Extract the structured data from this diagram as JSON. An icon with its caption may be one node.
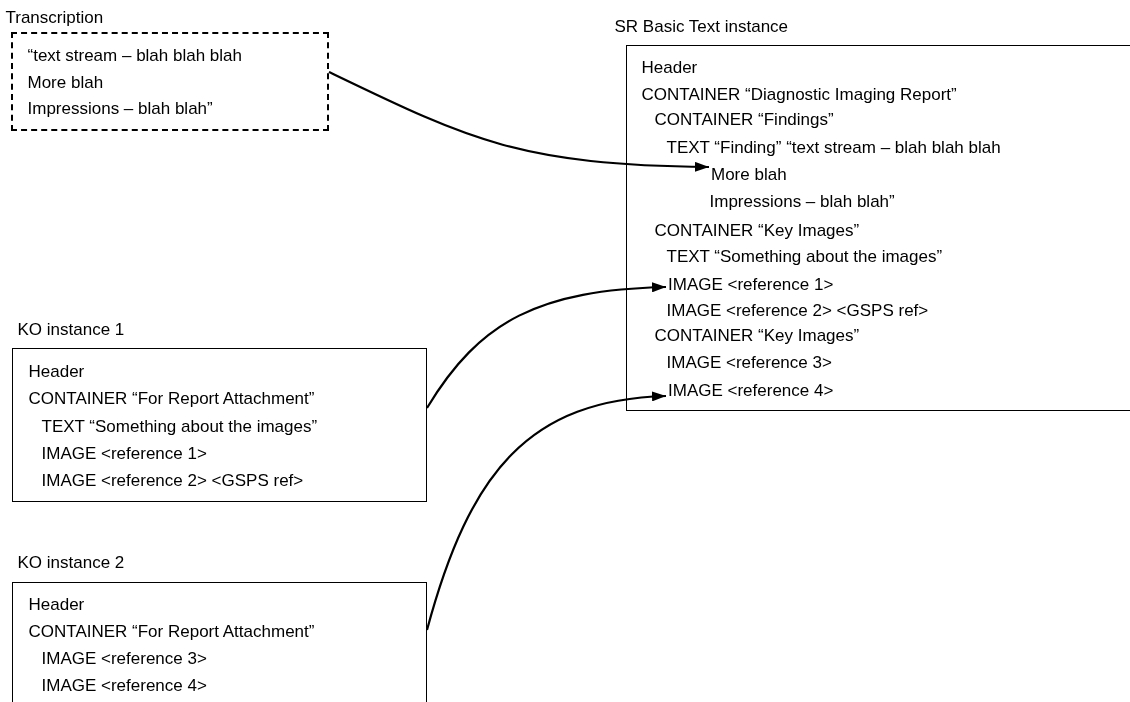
{
  "diagram": {
    "nodes": [
      {
        "text": [
          "Transcription",
          "“text stream – blah blah blah",
          "More blah",
          "Impressions – blah blah”"
        ]
      },
      {
        "text": [
          "SR Basic Text instance",
          "Header",
          "CONTAINER “Diagnostic Imaging Report”",
          "CONTAINER “Findings”",
          "TEXT “Finding” “text stream – blah blah blah",
          "Impressions – blah blah”",
          "CONTAINER “Key Images”",
          "TEXT “Something about the images”",
          "IMAGE <reference 2> <GSPS ref>",
          "CONTAINER “Key Images”",
          "IMAGE <reference 3>"
        ]
      },
      {
        "text": [
          "More blah"
        ],
        "in": 1
      },
      {
        "text": [
          "IMAGE <reference 1>"
        ],
        "in": 1
      },
      {
        "text": [
          "IMAGE <reference 4>"
        ],
        "in": 1
      },
      {
        "text": [
          "KO instance 1",
          "Header",
          "CONTAINER “For Report Attachment”",
          "TEXT “Something about the images”",
          "IMAGE <reference 1>",
          "IMAGE <reference 2> <GSPS ref>"
        ]
      },
      {
        "text": [
          "KO instance 2",
          "Header",
          "CONTAINER “For Report Attachment”",
          "IMAGE <reference 3>",
          "IMAGE <reference 4>"
        ]
      }
    ],
    "edges": [
      {
        "from": 0,
        "to": 2,
        "arrow": "to"
      },
      {
        "from": 5,
        "to": 3,
        "arrow": "to"
      },
      {
        "from": 6,
        "to": 4,
        "arrow": "to"
      }
    ]
  }
}
